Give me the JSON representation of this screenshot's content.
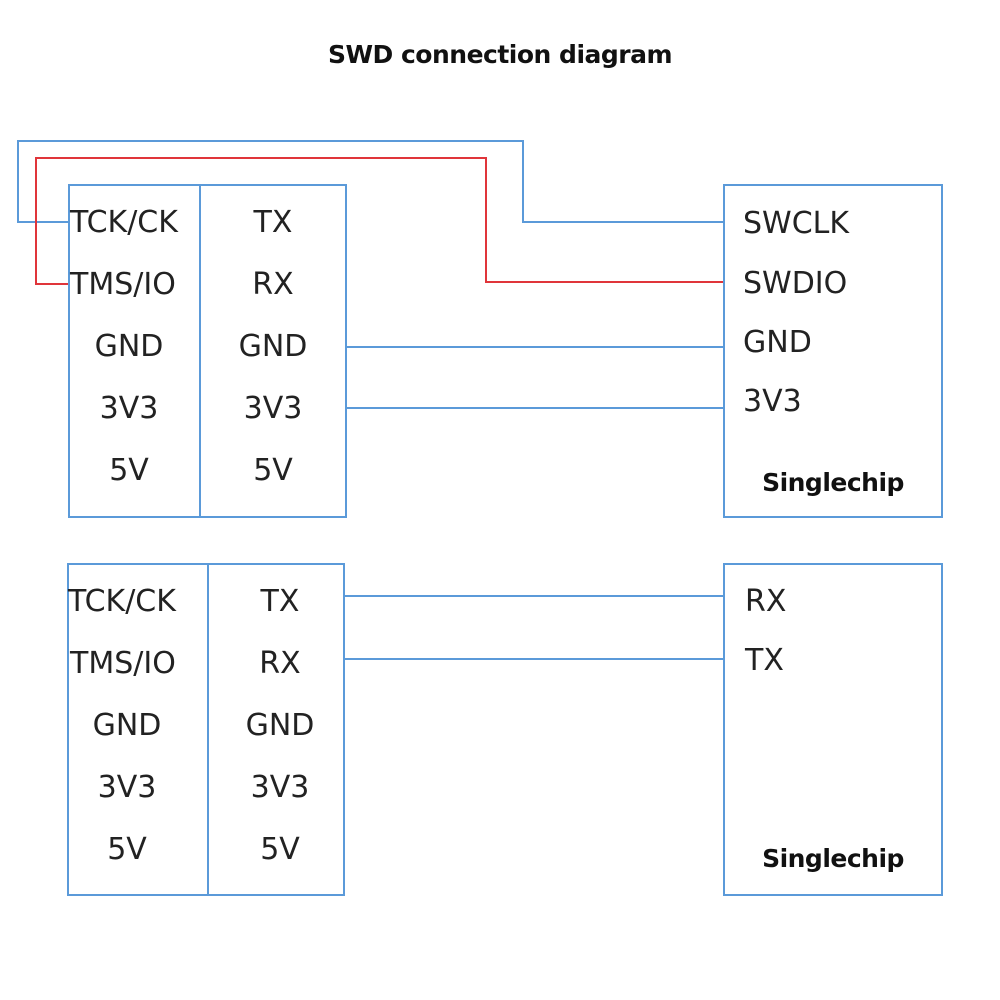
{
  "title": "SWD connection diagram",
  "colors": {
    "wire_blue": "#5b9ad9",
    "wire_red": "#e0353a",
    "box_border": "#5b9ad9",
    "text": "#222222"
  },
  "top": {
    "adapter": {
      "left_column": [
        "TCK/CK",
        "TMS/IO",
        "GND",
        "3V3",
        "5V"
      ],
      "right_column": [
        "TX",
        "RX",
        "GND",
        "3V3",
        "5V"
      ]
    },
    "target": {
      "pins": [
        "SWCLK",
        "SWDIO",
        "GND",
        "3V3"
      ],
      "label": "Singlechip"
    },
    "connections": [
      {
        "from": "TCK/CK",
        "to": "SWCLK",
        "color": "blue"
      },
      {
        "from": "TMS/IO",
        "to": "SWDIO",
        "color": "red"
      },
      {
        "from": "GND",
        "to": "GND",
        "color": "blue"
      },
      {
        "from": "3V3",
        "to": "3V3",
        "color": "blue"
      }
    ]
  },
  "bottom": {
    "adapter": {
      "left_column": [
        "TCK/CK",
        "TMS/IO",
        "GND",
        "3V3",
        "5V"
      ],
      "right_column": [
        "TX",
        "RX",
        "GND",
        "3V3",
        "5V"
      ]
    },
    "target": {
      "pins": [
        "RX",
        "TX"
      ],
      "label": "Singlechip"
    },
    "connections": [
      {
        "from": "TX",
        "to": "RX",
        "color": "blue"
      },
      {
        "from": "RX",
        "to": "TX",
        "color": "blue"
      }
    ]
  }
}
